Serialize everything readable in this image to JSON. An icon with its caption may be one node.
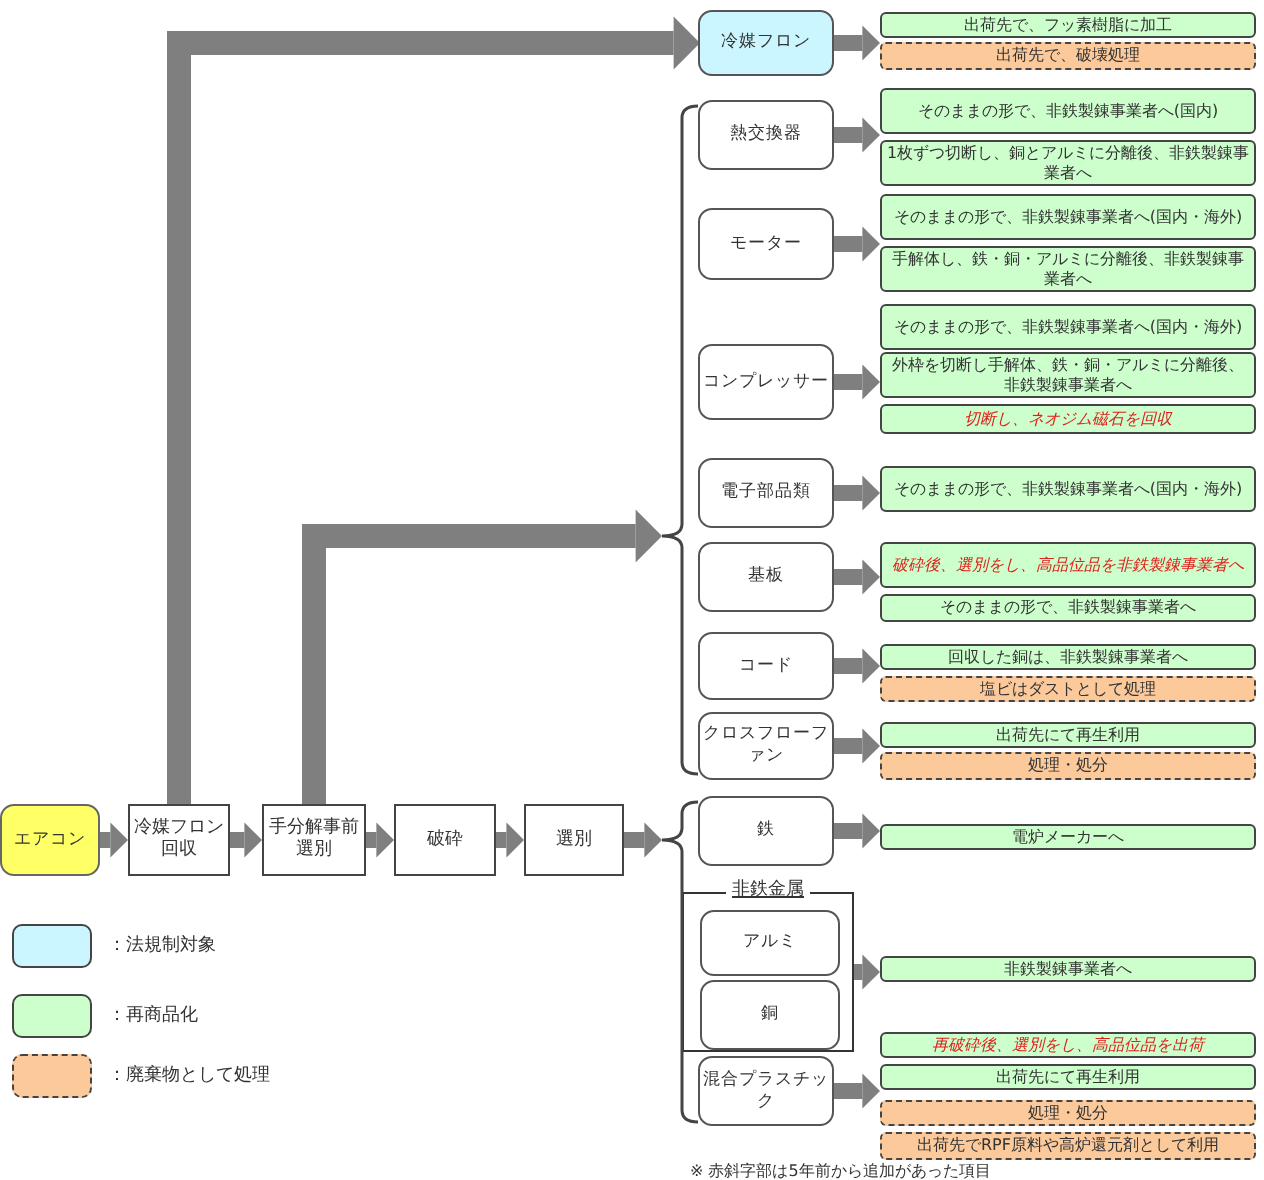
{
  "diagram": {
    "nodes": [
      {
        "text": [
          "エアコン"
        ]
      },
      {
        "text": [
          "冷媒フロン回収"
        ]
      },
      {
        "text": [
          "手分解事前選別"
        ]
      },
      {
        "text": [
          "破砕"
        ]
      },
      {
        "text": [
          "選別"
        ]
      },
      {
        "text": [
          "冷媒フロン"
        ]
      },
      {
        "text": [
          "熱交換器"
        ]
      },
      {
        "text": [
          "モーター"
        ]
      },
      {
        "text": [
          "コンプレッサー"
        ]
      },
      {
        "text": [
          "電子部品類"
        ]
      },
      {
        "text": [
          "基板"
        ]
      },
      {
        "text": [
          "コード"
        ]
      },
      {
        "text": [
          "クロスフローファン"
        ]
      },
      {
        "text": [
          "鉄"
        ]
      },
      {
        "text": [
          "非鉄金属"
        ]
      },
      {
        "text": [
          "アルミ"
        ],
        "in": 14
      },
      {
        "text": [
          "銅"
        ],
        "in": 14
      },
      {
        "text": [
          "混合プラスチック"
        ]
      },
      {
        "text": [
          "出荷先で、フッ素樹脂に加工"
        ]
      },
      {
        "text": [
          "出荷先で、破壊処理"
        ]
      },
      {
        "text": [
          "そのままの形で、非鉄製錬事業者へ(国内)"
        ]
      },
      {
        "text": [
          "1枚ずつ切断し、銅とアルミに分離後、非鉄製錬事業者へ"
        ]
      },
      {
        "text": [
          "そのままの形で、非鉄製錬事業者へ(国内・海外)"
        ]
      },
      {
        "text": [
          "手解体し、鉄・銅・アルミに分離後、非鉄製錬事業者へ"
        ]
      },
      {
        "text": [
          "そのままの形で、非鉄製錬事業者へ(国内・海外)"
        ]
      },
      {
        "text": [
          "外枠を切断し手解体、鉄・銅・アルミに分離後、非鉄製錬事業者へ"
        ]
      },
      {
        "text": [
          "切断し、ネオジム磁石を回収"
        ]
      },
      {
        "text": [
          "そのままの形で、非鉄製錬事業者へ(国内・海外)"
        ]
      },
      {
        "text": [
          "破砕後、選別をし、高品位品を非鉄製錬事業者へ"
        ]
      },
      {
        "text": [
          "そのままの形で、非鉄製錬事業者へ"
        ]
      },
      {
        "text": [
          "回収した銅は、非鉄製錬事業者へ"
        ]
      },
      {
        "text": [
          "塩ビはダストとして処理"
        ]
      },
      {
        "text": [
          "出荷先にて再生利用"
        ]
      },
      {
        "text": [
          "処理・処分"
        ]
      },
      {
        "text": [
          "電炉メーカーへ"
        ]
      },
      {
        "text": [
          "非鉄製錬事業者へ"
        ]
      },
      {
        "text": [
          "再破砕後、選別をし、高品位品を出荷"
        ]
      },
      {
        "text": [
          "出荷先にて再生利用"
        ]
      },
      {
        "text": [
          "処理・処分"
        ]
      },
      {
        "text": [
          "出荷先でRPF原料や高炉還元剤として利用"
        ]
      },
      {
        "text": [],
        "shape": "brace"
      },
      {
        "text": [],
        "shape": "brace"
      }
    ],
    "edges": [
      {
        "from": 0,
        "to": 1,
        "arrow": "to"
      },
      {
        "from": 1,
        "to": 2,
        "arrow": "to"
      },
      {
        "from": 2,
        "to": 3,
        "arrow": "to"
      },
      {
        "from": 3,
        "to": 4,
        "arrow": "to"
      },
      {
        "from": 1,
        "to": 5,
        "arrow": "to"
      },
      {
        "from": 2,
        "to": 40,
        "arrow": "to"
      },
      {
        "from": 4,
        "to": 41,
        "arrow": "to"
      },
      {
        "from": 5,
        "to": 18,
        "arrow": "to"
      },
      {
        "from": 5,
        "to": 19,
        "arrow": "to"
      },
      {
        "from": 6,
        "to": 20,
        "arrow": "to"
      },
      {
        "from": 6,
        "to": 21,
        "arrow": "to"
      },
      {
        "from": 7,
        "to": 22,
        "arrow": "to"
      },
      {
        "from": 7,
        "to": 23,
        "arrow": "to"
      },
      {
        "from": 8,
        "to": 24,
        "arrow": "to"
      },
      {
        "from": 8,
        "to": 25,
        "arrow": "to"
      },
      {
        "from": 8,
        "to": 26,
        "arrow": "to"
      },
      {
        "from": 9,
        "to": 27,
        "arrow": "to"
      },
      {
        "from": 10,
        "to": 28,
        "arrow": "to"
      },
      {
        "from": 10,
        "to": 29,
        "arrow": "to"
      },
      {
        "from": 11,
        "to": 30,
        "arrow": "to"
      },
      {
        "from": 11,
        "to": 31,
        "arrow": "to"
      },
      {
        "from": 12,
        "to": 32,
        "arrow": "to"
      },
      {
        "from": 12,
        "to": 33,
        "arrow": "to"
      },
      {
        "from": 13,
        "to": 34,
        "arrow": "to"
      },
      {
        "from": 14,
        "to": 35,
        "arrow": "to"
      },
      {
        "from": 17,
        "to": 36,
        "arrow": "to"
      },
      {
        "from": 17,
        "to": 37,
        "arrow": "to"
      },
      {
        "from": 17,
        "to": 38,
        "arrow": "to"
      },
      {
        "from": 17,
        "to": 39,
        "arrow": "to"
      }
    ],
    "labels": [
      "※ 赤斜字部は5年前から追加があった項目"
    ],
    "legend": [
      {
        "text": "：法規制対象",
        "color": "#ccf6ff"
      },
      {
        "text": "：再商品化",
        "color": "#ccffcc"
      },
      {
        "text": "：廃棄物として処理",
        "color": "#fcc99b"
      }
    ]
  }
}
